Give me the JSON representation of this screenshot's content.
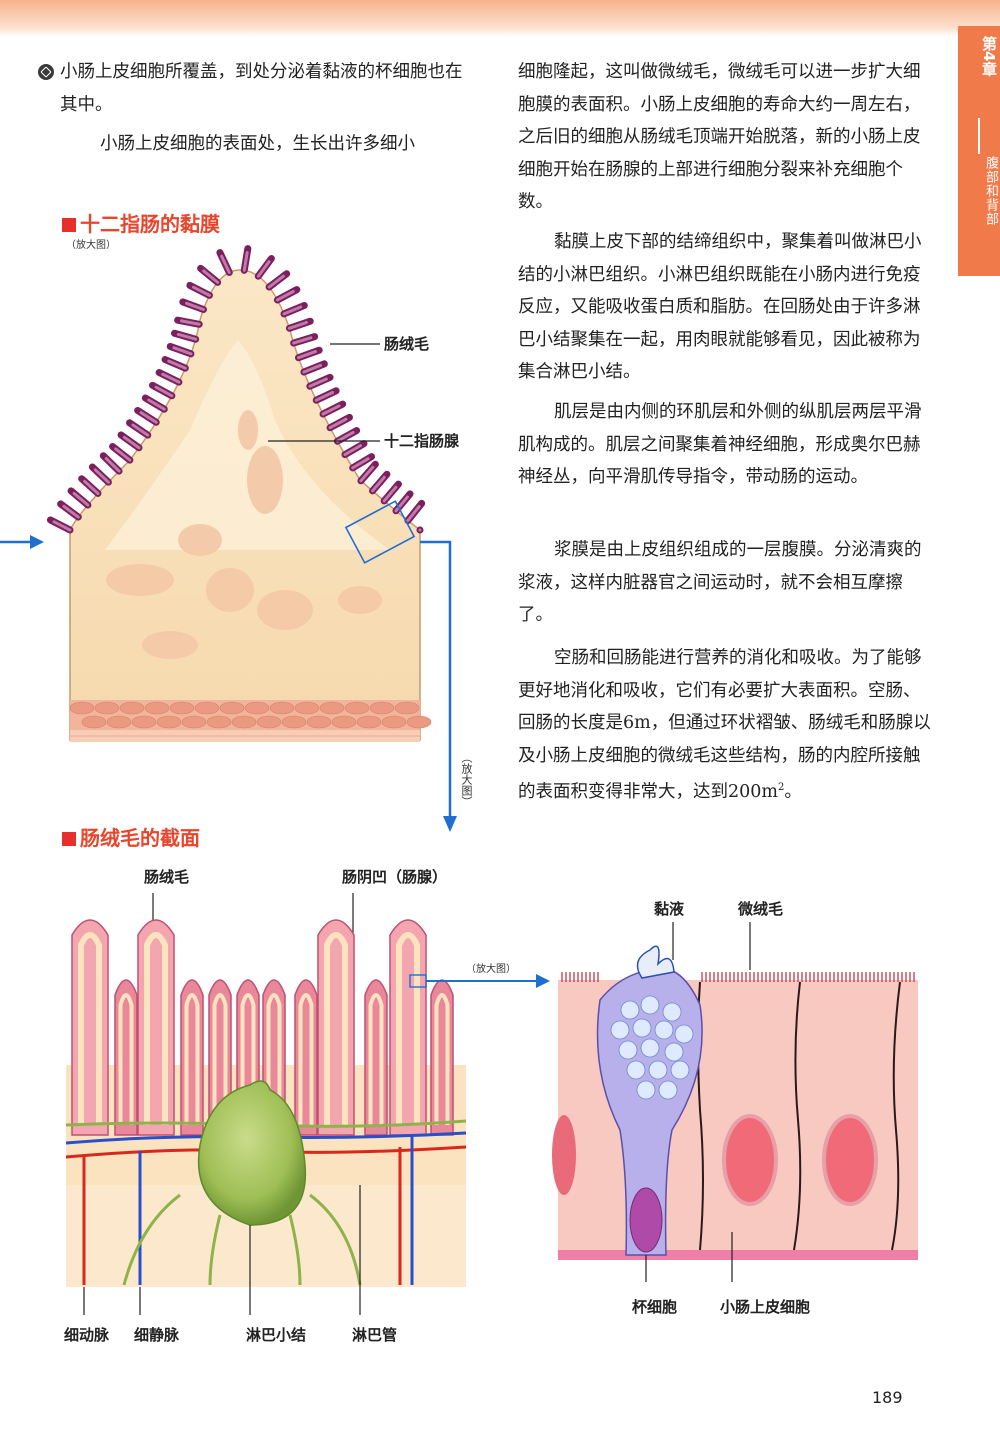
{
  "header": {
    "chapter": "第4章",
    "section": "腹部和背部"
  },
  "left_text": {
    "para1": "小肠上皮细胞所覆盖，到处分泌着黏液的杯细胞也在其中。",
    "para2": "小肠上皮细胞的表面处，生长出许多细小"
  },
  "right_text": {
    "para1": "细胞隆起，这叫做微绒毛，微绒毛可以进一步扩大细胞膜的表面积。小肠上皮细胞的寿命大约一周左右，之后旧的细胞从肠绒毛顶端开始脱落，新的小肠上皮细胞开始在肠腺的上部进行细胞分裂来补充细胞个数。",
    "para2": "黏膜上皮下部的结缔组织中，聚集着叫做淋巴小结的小淋巴组织。小淋巴组织既能在小肠内进行免疫反应，又能吸收蛋白质和脂肪。在回肠处由于许多淋巴小结聚集在一起，用肉眼就能够看见，因此被称为集合淋巴小结。",
    "para3": "肌层是由内侧的环肌层和外侧的纵肌层两层平滑肌构成的。肌层之间聚集着神经细胞，形成奥尔巴赫神经丛，向平滑肌传导指令，带动肠的运动。",
    "para4": "浆膜是由上皮组织组成的一层腹膜。分泌清爽的浆液，这样内脏器官之间运动时，就不会相互摩擦了。",
    "para5_main": "空肠和回肠能进行营养的消化和吸收。为了能够更好地消化和吸收，它们有必要扩大表面积。空肠、回肠的长度是6m，但通过环状褶皱、肠绒毛和肠腺以及小肠上皮细胞的微绒毛这些结构，肠的内腔所接触的表面积变得非常大，达到200m",
    "para5_sup": "2",
    "para5_end": "。"
  },
  "figure1": {
    "title": "十二指肠的黏膜",
    "note": "（放大图）",
    "label_villi": "肠绒毛",
    "label_gland": "十二指肠腺",
    "arrow_note": "（放大图）"
  },
  "figure2": {
    "title": "肠绒毛的截面",
    "label_villi": "肠绒毛",
    "label_crypt": "肠阴凹（肠腺）",
    "arrow_note": "（放大图）",
    "label_arteriole": "细动脉",
    "label_venule": "细静脉",
    "label_lymph_node": "淋巴小结",
    "label_lymph_vessel": "淋巴管"
  },
  "figure3": {
    "label_mucus": "黏液",
    "label_microvilli": "微绒毛",
    "label_goblet": "杯细胞",
    "label_epithelial": "小肠上皮细胞"
  },
  "page_number": "189",
  "colors": {
    "accent_red": "#e8302a",
    "chapter_tab": "#f07a4a",
    "arrow_blue": "#1f6fd1",
    "villi_purple": "#8a2a6a",
    "tissue_cream": "#f9e3bf",
    "lymph_green": "#8fb34a"
  }
}
